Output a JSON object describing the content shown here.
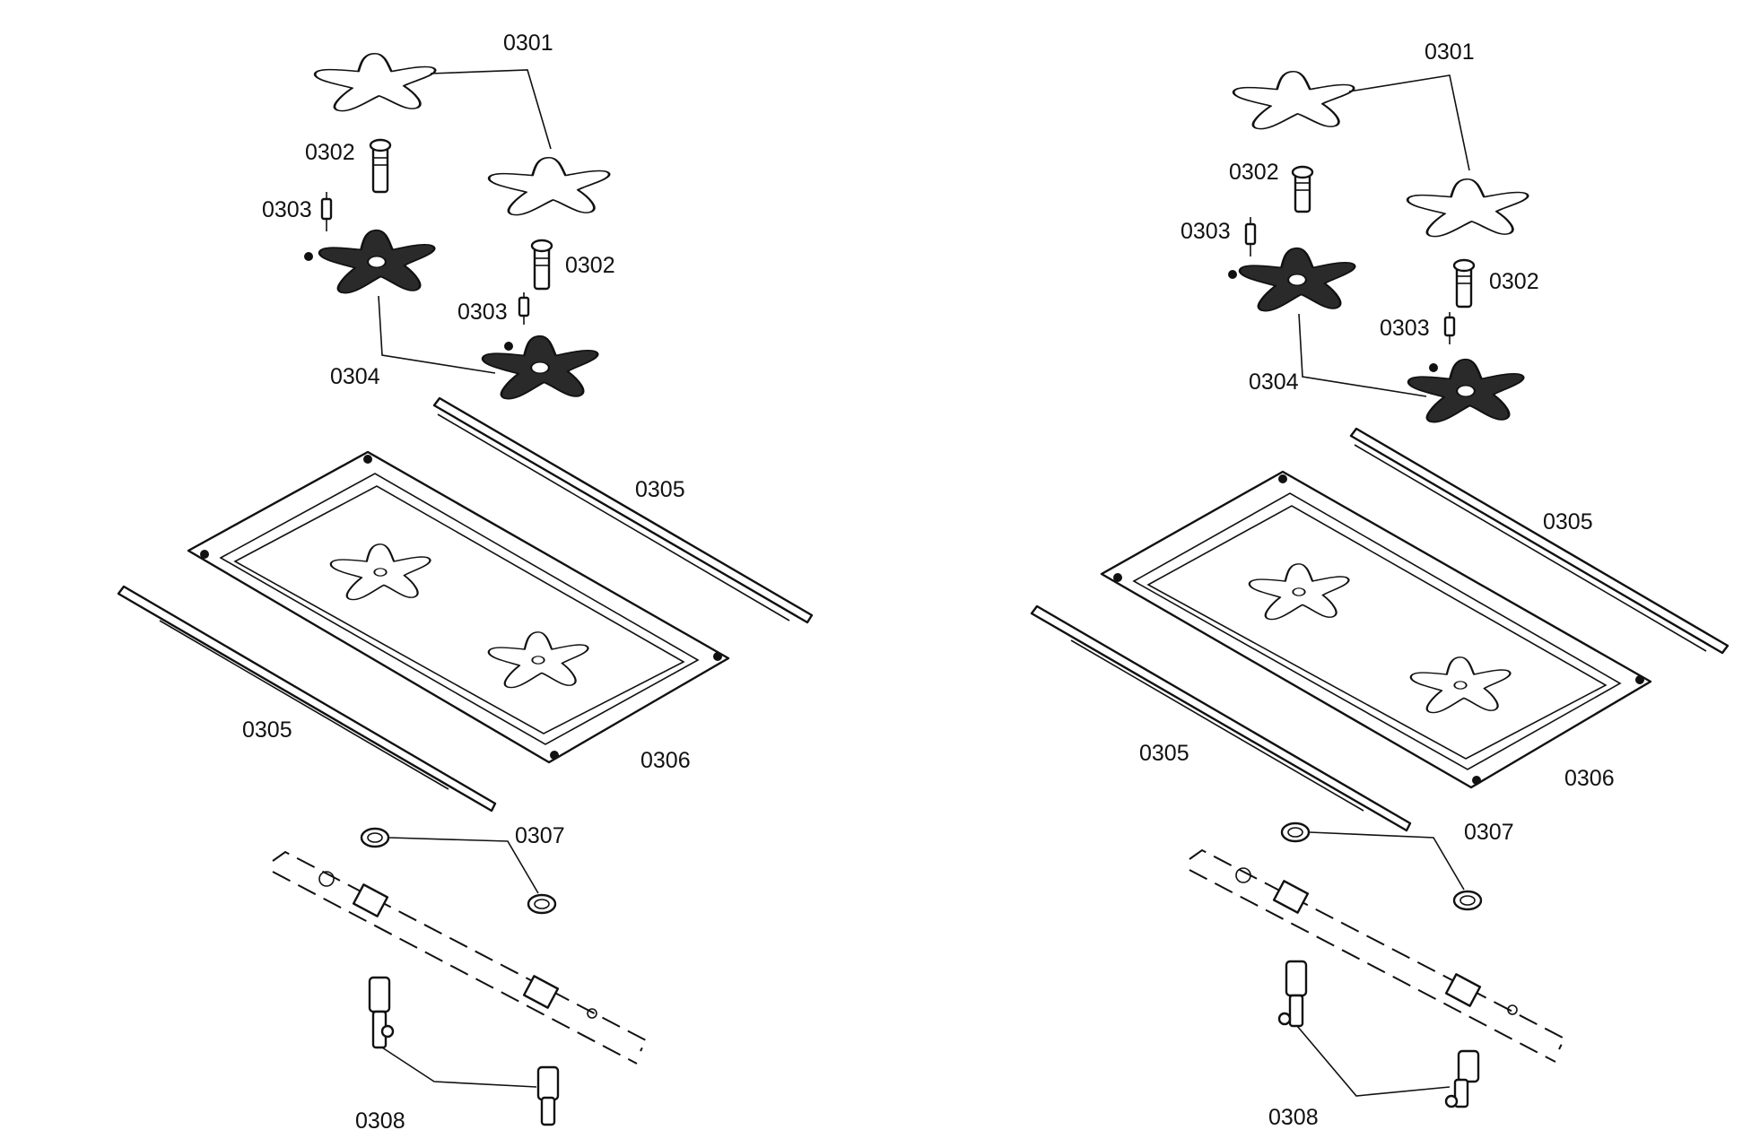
{
  "labels": {
    "p0301": "0301",
    "p0302": "0302",
    "p0303": "0303",
    "p0304": "0304",
    "p0305": "0305",
    "p0306": "0306",
    "p0307": "0307",
    "p0308": "0308"
  },
  "colors": {
    "ink": "#111111",
    "paper": "#ffffff",
    "fill_dark": "#2a2a2a"
  }
}
